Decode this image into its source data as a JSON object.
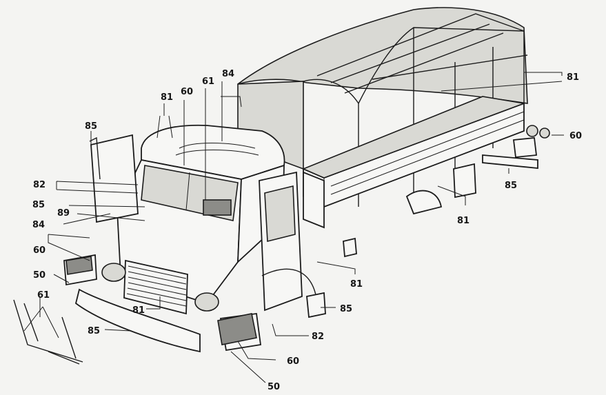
{
  "diagram": {
    "labels": [
      {
        "id": "l81-cab",
        "text": "81"
      },
      {
        "id": "l60-cab",
        "text": "60"
      },
      {
        "id": "l61-cab",
        "text": "61"
      },
      {
        "id": "l84-roof",
        "text": "84"
      },
      {
        "id": "l85-mirror",
        "text": "85"
      },
      {
        "id": "l82-left",
        "text": "82"
      },
      {
        "id": "l85-left",
        "text": "85"
      },
      {
        "id": "l89",
        "text": "89"
      },
      {
        "id": "l84-left",
        "text": "84"
      },
      {
        "id": "l60-left",
        "text": "60"
      },
      {
        "id": "l50-left",
        "text": "50"
      },
      {
        "id": "l61-left",
        "text": "61"
      },
      {
        "id": "l81-grille",
        "text": "81"
      },
      {
        "id": "l85-bumper",
        "text": "85"
      },
      {
        "id": "l81-canopy",
        "text": "81"
      },
      {
        "id": "l60-rear",
        "text": "60"
      },
      {
        "id": "l85-rear",
        "text": "85"
      },
      {
        "id": "l81-bed",
        "text": "81"
      },
      {
        "id": "l81-side",
        "text": "81"
      },
      {
        "id": "l85-mud",
        "text": "85"
      },
      {
        "id": "l82-step",
        "text": "82"
      },
      {
        "id": "l60-lamp",
        "text": "60"
      },
      {
        "id": "l50-bottom",
        "text": "50"
      }
    ]
  }
}
